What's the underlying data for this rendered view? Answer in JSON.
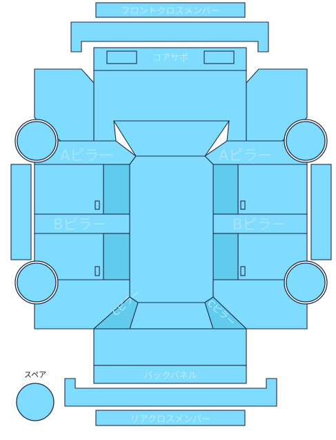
{
  "labels": {
    "front_cross_member": "フロントクロスメンバー",
    "core_support": "コアサポ",
    "a_pillar_left": "Aピラー",
    "a_pillar_right": "Aピラー",
    "b_pillar_left": "Bピラー",
    "b_pillar_right": "Bピラー",
    "c_pillar_left": "Cピラー",
    "c_pillar_right": "Cピラー",
    "back_panel": "バックパネル",
    "rear_cross_member": "リアクロスメンバー",
    "spare": "スペア"
  },
  "colors": {
    "panel_fill": "#7fdcff",
    "panel_dark_fill": "#62ccef",
    "outline": "#1a2a4a",
    "label_text": "#b9ecff"
  }
}
